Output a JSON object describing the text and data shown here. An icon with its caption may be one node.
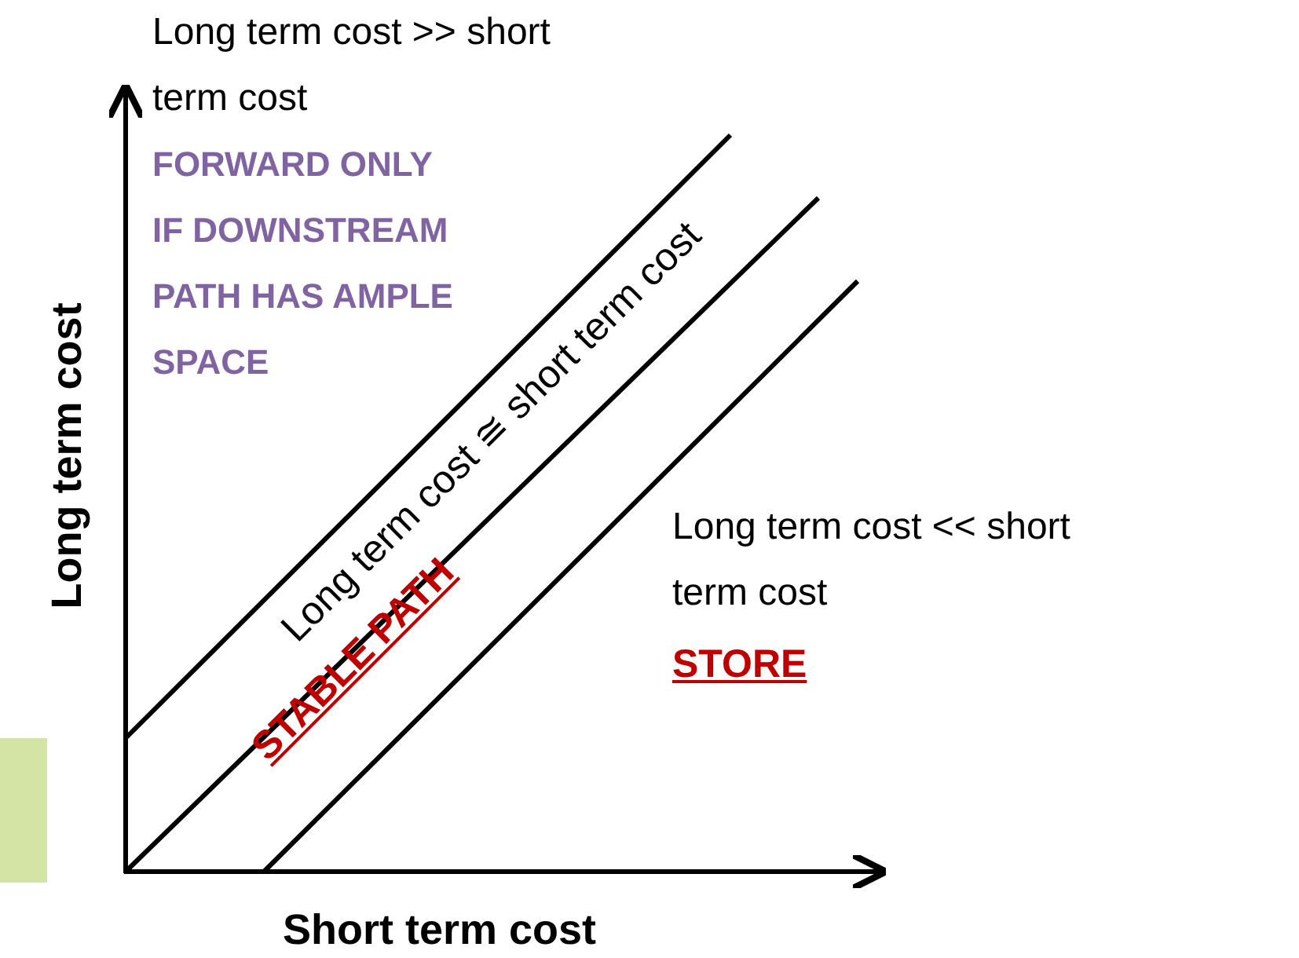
{
  "diagram": {
    "nodes": [
      {
        "text": [],
        "shape": "bar"
      }
    ],
    "labels": [
      "Long term cost >> short term cost",
      "FORWARD ONLY IF DOWNSTREAM PATH HAS AMPLE SPACE",
      "Long term cost",
      "Long term cost ≅ short term cost",
      "Long term cost << short term cost",
      "STABLE PATH",
      "STORE",
      "Short term cost"
    ]
  }
}
